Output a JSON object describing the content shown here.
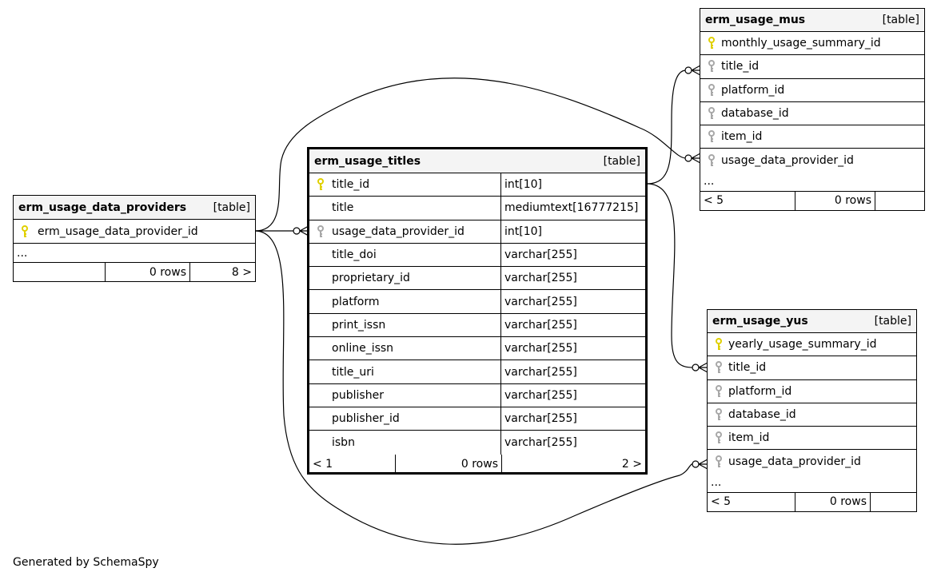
{
  "tables": {
    "providers": {
      "name": "erm_usage_data_providers",
      "type_label": "[table]",
      "columns": [
        {
          "name": "erm_usage_data_provider_id",
          "key": "primary"
        }
      ],
      "more": "...",
      "footer": {
        "left": "",
        "rows": "0 rows",
        "right": "8 >"
      }
    },
    "titles": {
      "name": "erm_usage_titles",
      "type_label": "[table]",
      "columns": [
        {
          "name": "title_id",
          "type": "int[10]",
          "key": "primary"
        },
        {
          "name": "title",
          "type": "mediumtext[16777215]",
          "key": "none"
        },
        {
          "name": "usage_data_provider_id",
          "type": "int[10]",
          "key": "foreign"
        },
        {
          "name": "title_doi",
          "type": "varchar[255]",
          "key": "none"
        },
        {
          "name": "proprietary_id",
          "type": "varchar[255]",
          "key": "none"
        },
        {
          "name": "platform",
          "type": "varchar[255]",
          "key": "none"
        },
        {
          "name": "print_issn",
          "type": "varchar[255]",
          "key": "none"
        },
        {
          "name": "online_issn",
          "type": "varchar[255]",
          "key": "none"
        },
        {
          "name": "title_uri",
          "type": "varchar[255]",
          "key": "none"
        },
        {
          "name": "publisher",
          "type": "varchar[255]",
          "key": "none"
        },
        {
          "name": "publisher_id",
          "type": "varchar[255]",
          "key": "none"
        },
        {
          "name": "isbn",
          "type": "varchar[255]",
          "key": "none"
        }
      ],
      "footer": {
        "left": "< 1",
        "rows": "0 rows",
        "right": "2 >"
      }
    },
    "mus": {
      "name": "erm_usage_mus",
      "type_label": "[table]",
      "columns": [
        {
          "name": "monthly_usage_summary_id",
          "key": "primary"
        },
        {
          "name": "title_id",
          "key": "foreign"
        },
        {
          "name": "platform_id",
          "key": "foreign"
        },
        {
          "name": "database_id",
          "key": "foreign"
        },
        {
          "name": "item_id",
          "key": "foreign"
        },
        {
          "name": "usage_data_provider_id",
          "key": "foreign"
        }
      ],
      "more": "...",
      "footer": {
        "left": "< 5",
        "rows": "0 rows",
        "right": ""
      }
    },
    "yus": {
      "name": "erm_usage_yus",
      "type_label": "[table]",
      "columns": [
        {
          "name": "yearly_usage_summary_id",
          "key": "primary"
        },
        {
          "name": "title_id",
          "key": "foreign"
        },
        {
          "name": "platform_id",
          "key": "foreign"
        },
        {
          "name": "database_id",
          "key": "foreign"
        },
        {
          "name": "item_id",
          "key": "foreign"
        },
        {
          "name": "usage_data_provider_id",
          "key": "foreign"
        }
      ],
      "more": "...",
      "footer": {
        "left": "< 5",
        "rows": "0 rows",
        "right": ""
      }
    }
  },
  "colors": {
    "primary_key": "#e0d000",
    "foreign_key": "#a8a8a8",
    "header_bg": "#f4f4f4"
  },
  "generated_by": "Generated by SchemaSpy"
}
